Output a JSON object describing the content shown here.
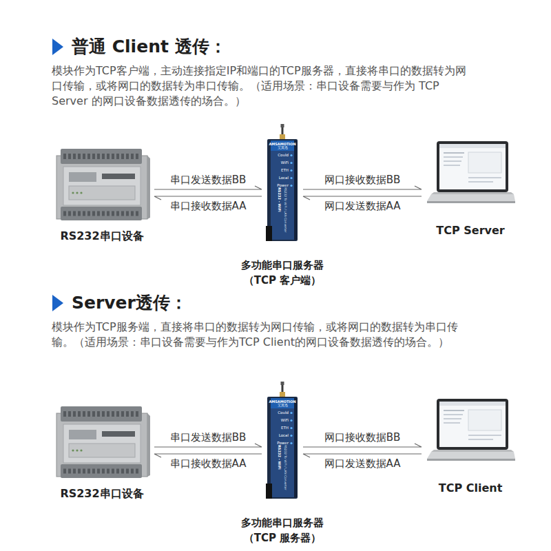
{
  "diagram": {
    "nodes": [
      {
        "text": [
          "RS232串口设备"
        ]
      },
      {
        "text": [
          "多功能串口服务器 （TCP 客户端）",
          "AMSAMOTION",
          "艾莫迅",
          "Could",
          "WiFi",
          "ETH",
          "Local",
          "Power",
          "RS232 - WiFi",
          "RS232 To WiFi / LAN Converter"
        ]
      },
      {
        "text": [
          "TCP Server"
        ]
      },
      {
        "text": [
          "RS232串口设备"
        ]
      },
      {
        "text": [
          "多功能串口服务器 （TCP 服务器）",
          "AMSAMOTION",
          "艾莫迅",
          "Could",
          "WiFi",
          "ETH",
          "Local",
          "Power",
          "RS232 - WiFi",
          "RS232 To WiFi / LAN Converter"
        ]
      },
      {
        "text": [
          "TCP Client"
        ]
      }
    ],
    "edges": [
      {
        "from": 0,
        "to": 1,
        "arrow": "to",
        "label": "串口发送数据BB"
      },
      {
        "from": 1,
        "to": 0,
        "arrow": "to",
        "label": "串口接收数据AA"
      },
      {
        "from": 1,
        "to": 2,
        "arrow": "to",
        "label": "网口接收数据BB"
      },
      {
        "from": 2,
        "to": 1,
        "arrow": "to",
        "label": "网口发送数据AA"
      },
      {
        "from": 3,
        "to": 4,
        "arrow": "to",
        "label": "串口发送数据BB"
      },
      {
        "from": 4,
        "to": 3,
        "arrow": "to",
        "label": "串口接收数据AA"
      },
      {
        "from": 4,
        "to": 5,
        "arrow": "to",
        "label": "网口接收数据BB"
      },
      {
        "from": 5,
        "to": 4,
        "arrow": "to",
        "label": "网口发送数据AA"
      }
    ],
    "labels": [
      "普通 Client 透传：",
      "模块作为TCP客户端，主动连接指定IP和端口的TCP服务器，直接将串口的数据转为网口传输，或将网口的数据转为串口传输。（适用场景：串口设备需要与作为 TCP Server 的网口设备数据透传的场合。）",
      "Server透传：",
      "模块作为TCP服务端，直接将串口的数据转为网口传输，或将网口的数据转为串口传输。（适用场景：串口设备需要与作为TCP Client的网口设备数据透传的场合。）"
    ]
  }
}
